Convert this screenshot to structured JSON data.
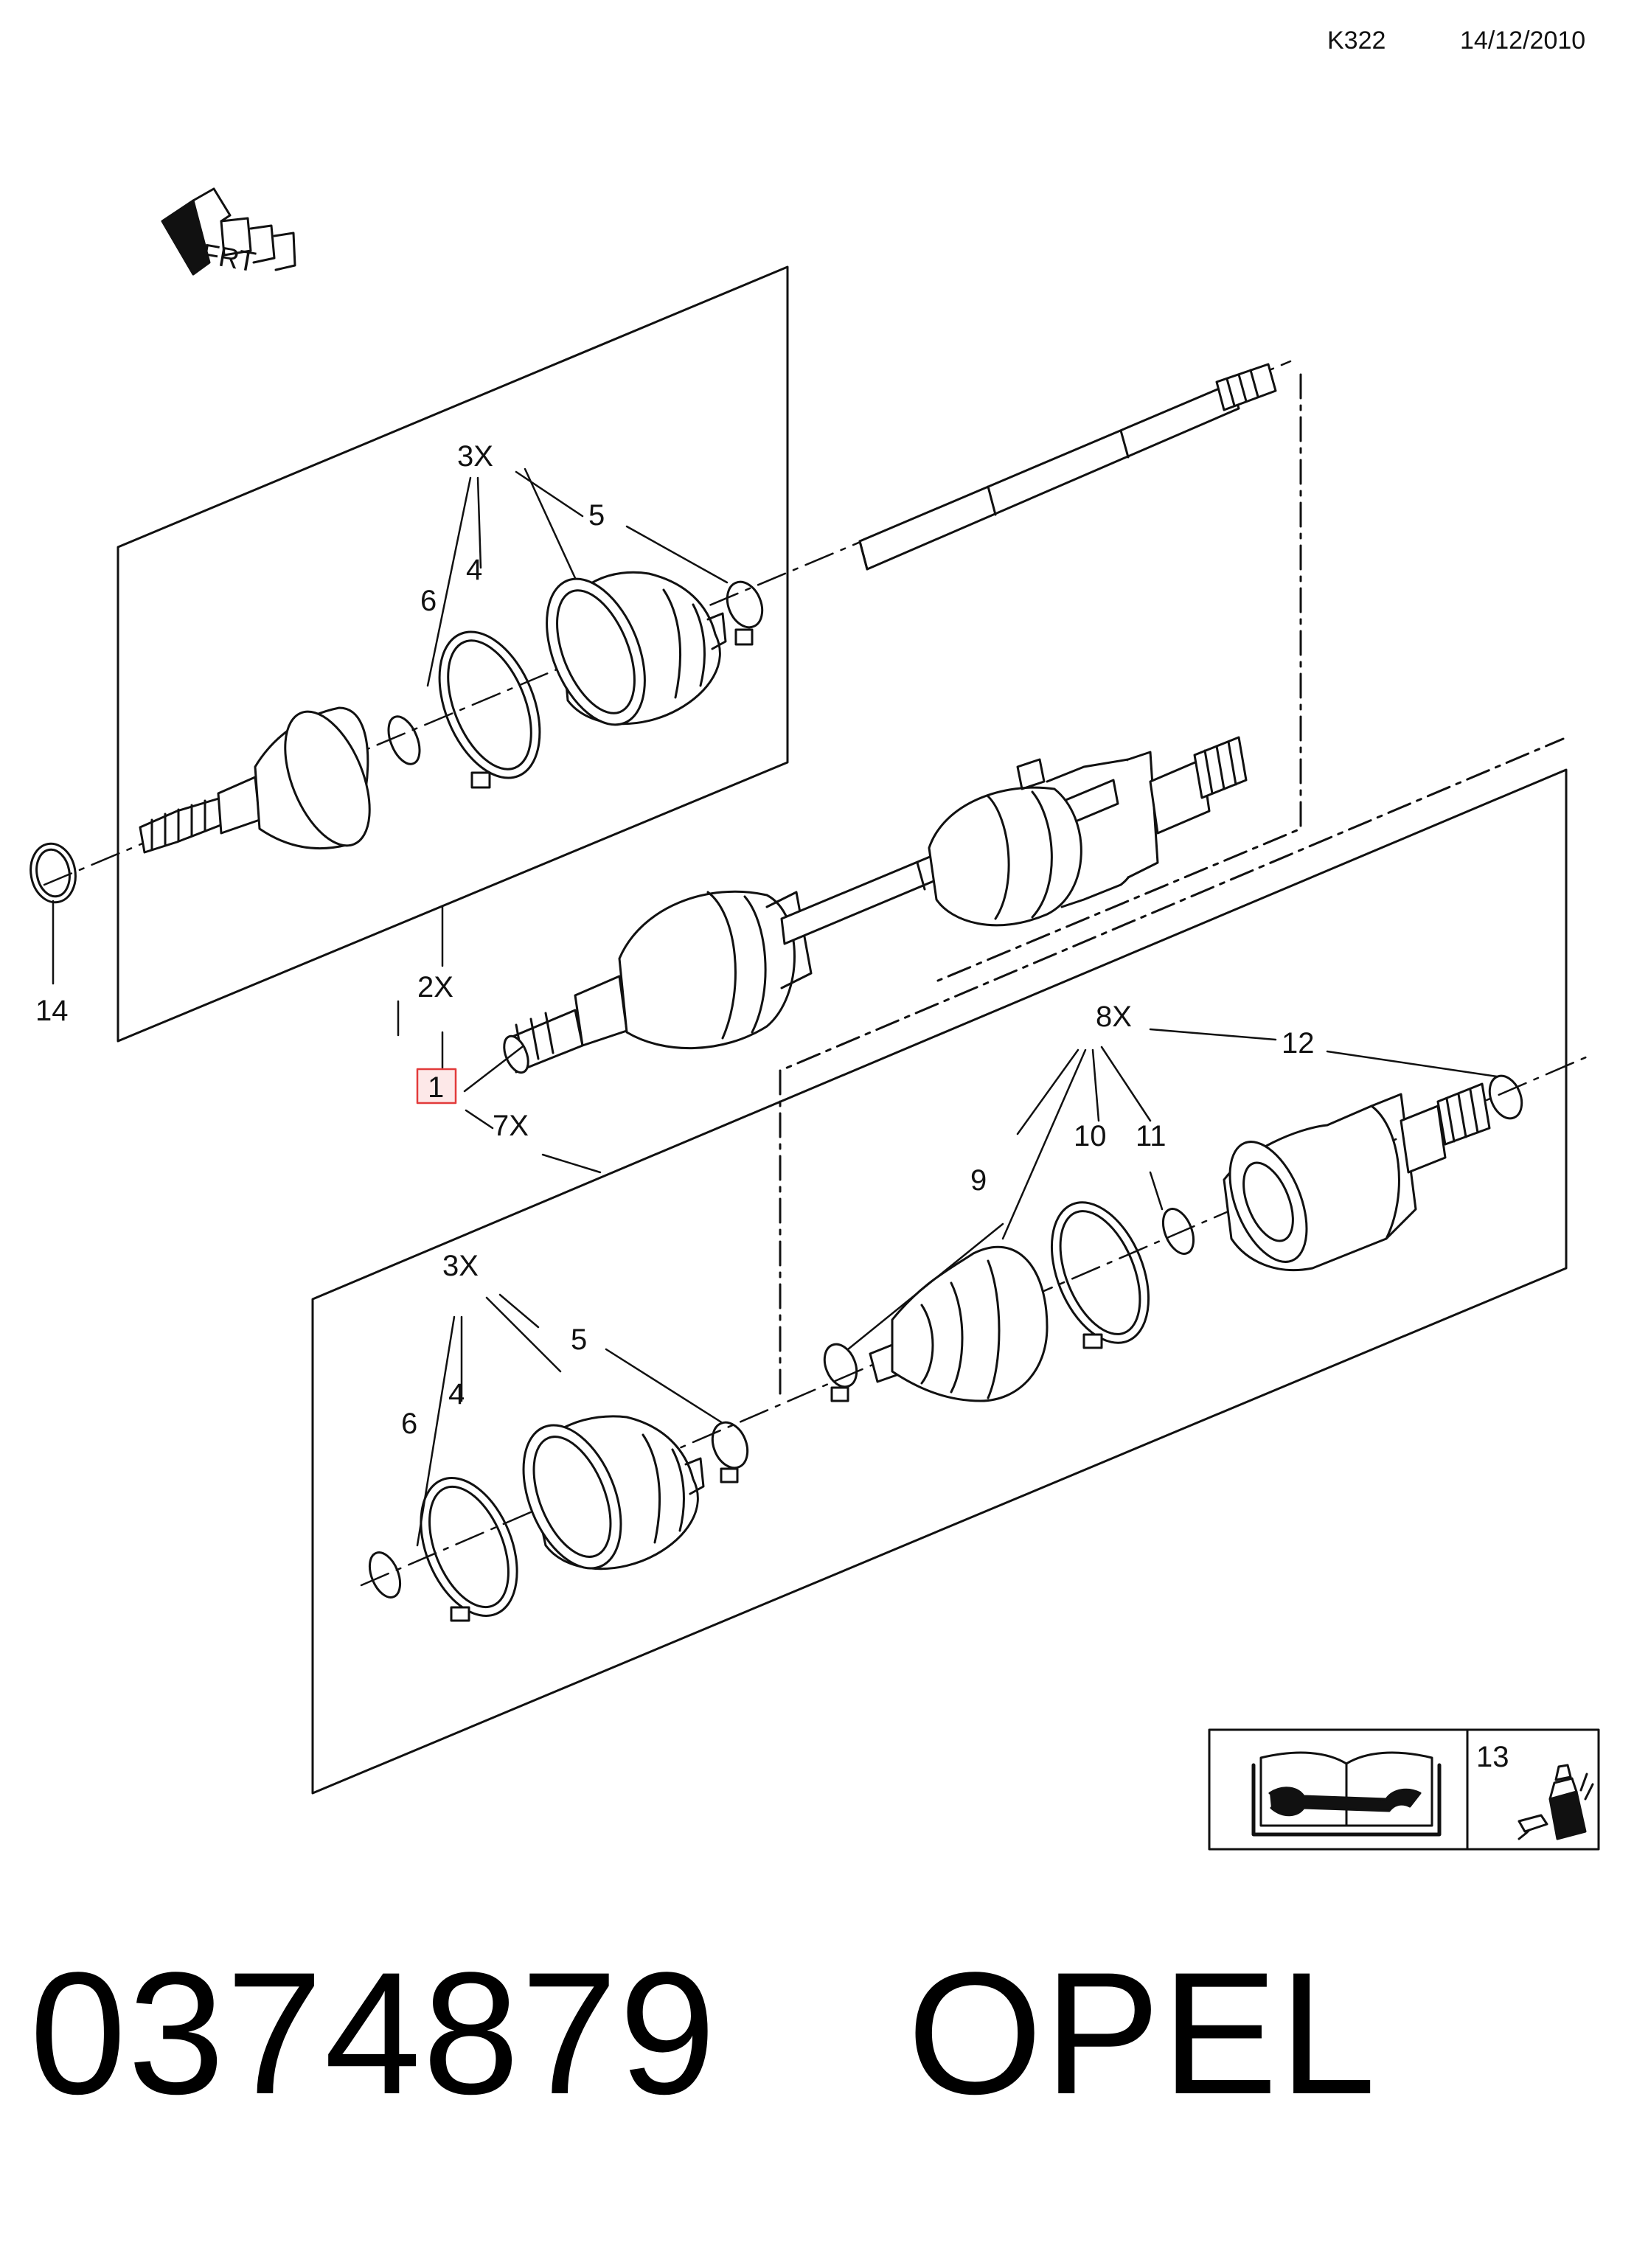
{
  "header": {
    "code": "K322",
    "date": "14/12/2010"
  },
  "front_icon": {
    "icon": "front-direction-icon",
    "text": "FRT"
  },
  "callouts": {
    "c1": "1",
    "c2x": "2X",
    "c3x_a": "3X",
    "c3x_b": "3X",
    "c4_a": "4",
    "c4_b": "4",
    "c5_a": "5",
    "c5_b": "5",
    "c6_a": "6",
    "c6_b": "6",
    "c7x": "7X",
    "c8x": "8X",
    "c9": "9",
    "c10": "10",
    "c11": "11",
    "c12": "12",
    "c13": "13",
    "c14": "14"
  },
  "highlight_color": "#e23a3a",
  "legend": {
    "manual_icon": "repair-manual-icon",
    "grease_icon": "grease-tube-icon"
  },
  "footer": {
    "part_number": "0374879",
    "brand": "OPEL"
  }
}
